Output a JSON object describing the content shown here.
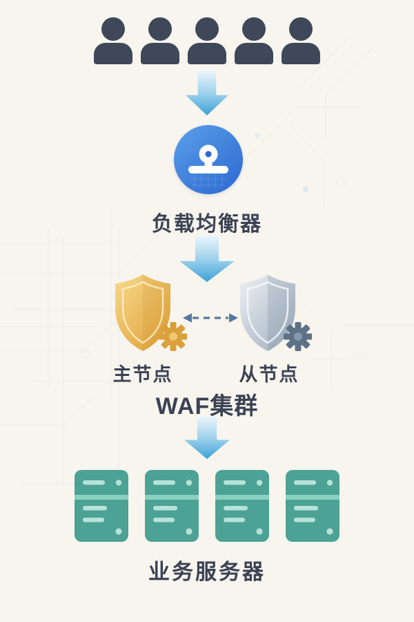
{
  "colors": {
    "background": "#f8f5ee",
    "text": "#3a4254",
    "user": "#3e4859",
    "arrow_top": "#ecf5fb",
    "arrow_mid": "#9fd2ec",
    "arrow_tip": "#3ca2d8",
    "lb_top": "#5b9fe9",
    "lb_bottom": "#2b68d0",
    "gold_light": "#f7d98c",
    "gold_dark": "#e1a53e",
    "gold_gear": "#d9a03c",
    "gold_gear_center": "#efc673",
    "silver_light": "#edf0f4",
    "silver_dark": "#a7b4c3",
    "silver_gear": "#5d7187",
    "silver_gear_center": "#8599ad",
    "sync_arrow": "#55789f",
    "server": "#4ba295",
    "server_detail": "#b7e2d8",
    "server_divider": "#8ad0c1"
  },
  "users": {
    "count": 5,
    "icon": "person-icon"
  },
  "load_balancer": {
    "label": "负载均衡器",
    "icon": "load-balancer-icon"
  },
  "waf": {
    "label": "WAF集群",
    "master_label": "主节点",
    "slave_label": "从节点",
    "master_icon": "gold-shield-gear-icon",
    "slave_icon": "silver-shield-gear-icon",
    "sync_icon": "bidirectional-dashed-arrow-icon"
  },
  "servers": {
    "count": 4,
    "label": "业务服务器",
    "icon": "server-icon"
  }
}
